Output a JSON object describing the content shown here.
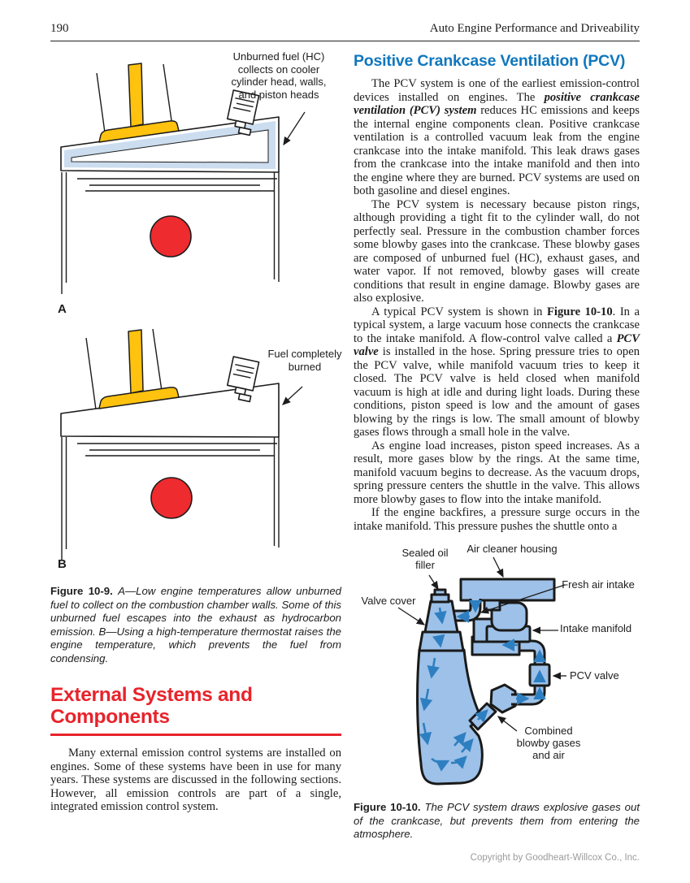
{
  "page": {
    "number": "190",
    "running_head": "Auto Engine Performance and Driveability",
    "copyright": "Copyright by Goodheart-Willcox Co., Inc."
  },
  "colors": {
    "accent-blue": "#1077BD",
    "accent-red": "#E8232B",
    "diagram-fill": "#9DC1E8",
    "film-blue": "#CBDDEF",
    "valve-yellow": "#FFC20E",
    "pin-red": "#EE2B2E",
    "arrow-blue": "#2E7FC1"
  },
  "figure9": {
    "panel_a": {
      "letter": "A",
      "annotation": "Unburned fuel (HC) collects on cooler cylinder head, walls, and piston heads"
    },
    "panel_b": {
      "letter": "B",
      "annotation": "Fuel completely burned"
    },
    "caption_label": "Figure 10-9.",
    "caption_text": "A—Low engine temperatures allow unburned fuel to collect on the combustion chamber walls. Some of this unburned fuel escapes into the exhaust as hydrocarbon emission. B—Using a high-temperature thermostat raises the engine temperature, which prevents the fuel from condensing."
  },
  "external_section": {
    "heading_line1": "External Systems and",
    "heading_line2": "Components",
    "paragraph": "Many external emission control systems are installed on engines. Some of these systems have been in use for many years. These systems are discussed in the following sections. However, all emission controls are part of a single, integrated emission control system."
  },
  "pcv_section": {
    "heading": "Positive Crankcase Ventilation (PCV)",
    "paragraphs": [
      [
        {
          "t": "The PCV system is one of the earliest emission-control devices installed on engines. The "
        },
        {
          "t": "positive crankcase ventilation (PCV) system",
          "b": true,
          "i": true
        },
        {
          "t": " reduces HC emissions and keeps the internal engine components clean. Positive crankcase ventilation is a controlled vacuum leak from the engine crankcase into the intake manifold. This leak draws gases from the crankcase into the intake manifold and then into the engine where they are burned. PCV systems are used on both gasoline and diesel engines."
        }
      ],
      [
        {
          "t": "The PCV system is necessary because piston rings, although providing a tight fit to the cylinder wall, do not perfectly seal. Pressure in the combustion chamber forces some blowby gases into the crankcase. These blowby gases are composed of unburned fuel (HC), exhaust gases, and water vapor. If not removed, blowby gases will create conditions that result in engine damage. Blowby gases are also explosive."
        }
      ],
      [
        {
          "t": "A typical PCV system is shown in "
        },
        {
          "t": "Figure 10-10",
          "b": true
        },
        {
          "t": ". In a typical system, a large vacuum hose connects the crankcase to the intake manifold. A flow-control valve called a "
        },
        {
          "t": "PCV valve",
          "b": true,
          "i": true
        },
        {
          "t": " is installed in the hose. Spring pressure tries to open the PCV valve, while manifold vacuum tries to keep it closed. The PCV valve is held closed when manifold vacuum is high at idle and during light loads. During these conditions, piston speed is low and the amount of gases blowing by the rings is low. The small amount of blowby gases flows through a small hole in the valve."
        }
      ],
      [
        {
          "t": "As engine load increases, piston speed increases. As a result, more gases blow by the rings. At the same time, manifold vacuum begins to decrease. As the vacuum drops, spring pressure centers the shuttle in the valve. This allows more blowby gases to flow into the intake manifold."
        }
      ],
      [
        {
          "t": "If the engine backfires, a pressure surge occurs in the intake manifold. This pressure pushes the shuttle onto a"
        }
      ]
    ]
  },
  "figure10": {
    "labels": {
      "sealed_oil_filler": "Sealed oil filler",
      "air_cleaner_housing": "Air cleaner housing",
      "fresh_air_intake": "Fresh air intake",
      "valve_cover": "Valve cover",
      "intake_manifold": "Intake manifold",
      "pcv_valve": "PCV valve",
      "combined_blowby": "Combined blowby gases and air"
    },
    "caption_label": "Figure 10-10.",
    "caption_text": "The PCV system draws explosive gases out of the crankcase, but prevents them from entering the atmosphere."
  }
}
